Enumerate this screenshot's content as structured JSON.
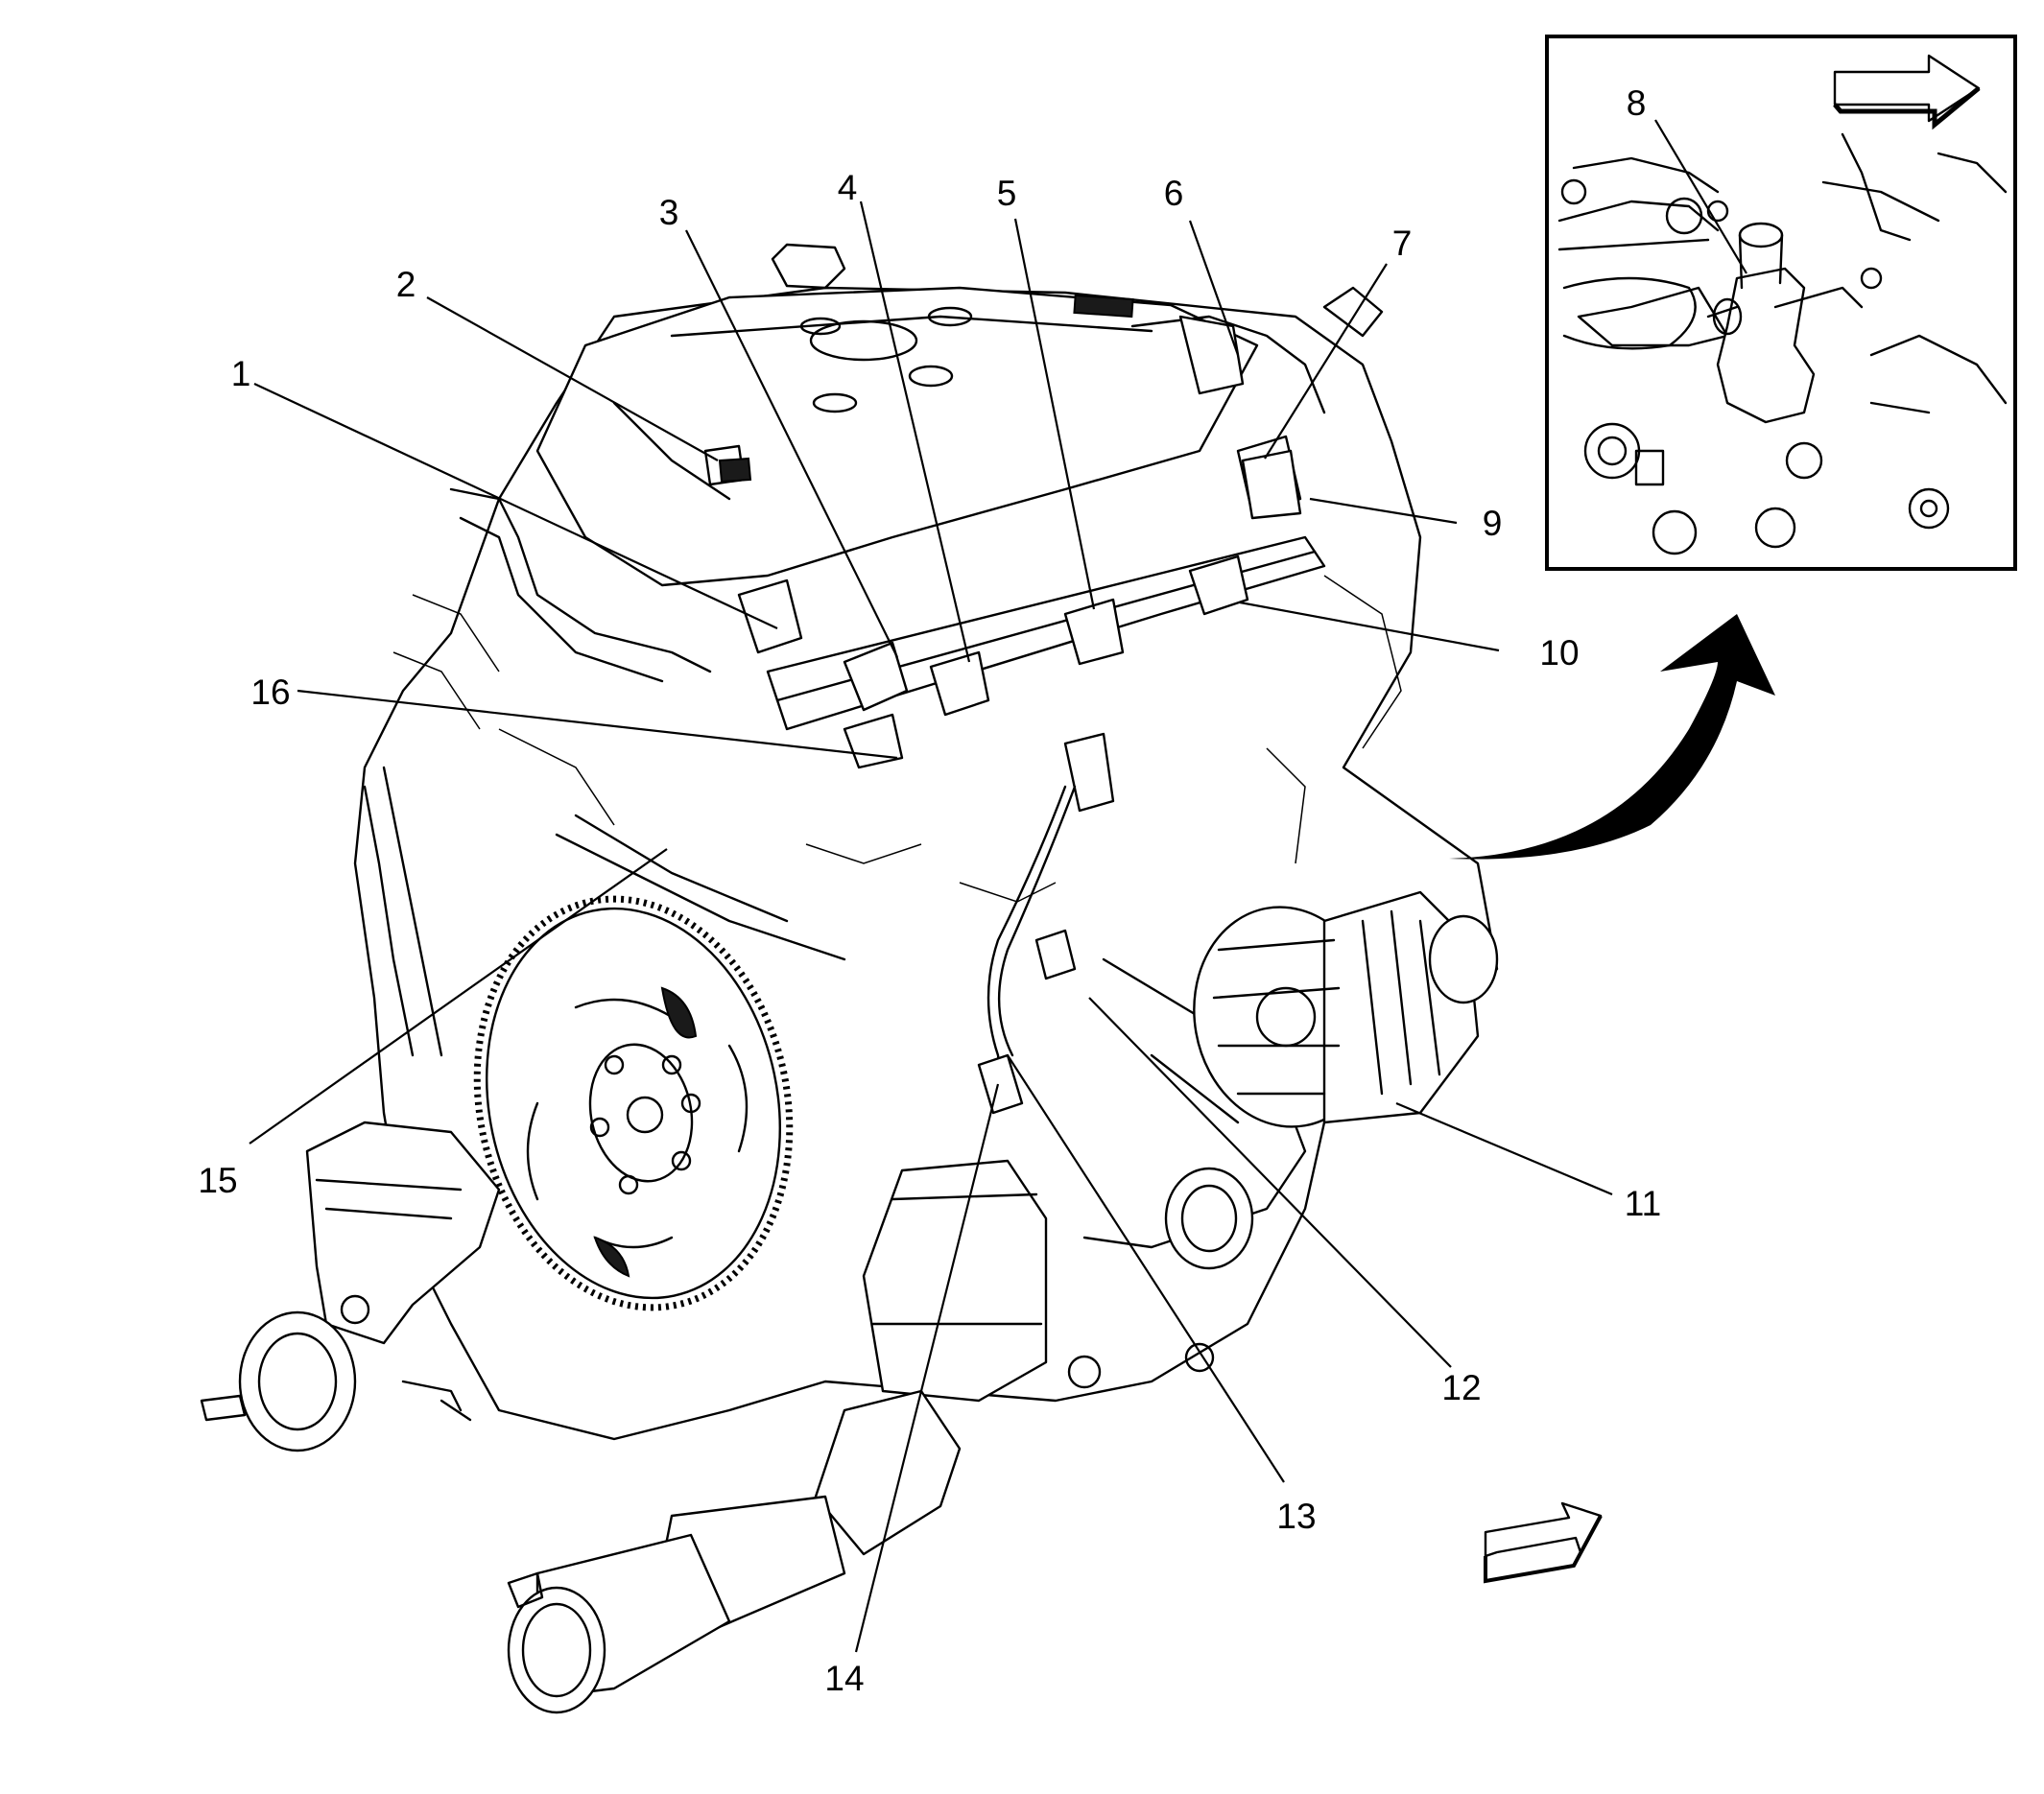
{
  "figure": {
    "callouts": [
      {
        "id": 1,
        "label": "1"
      },
      {
        "id": 2,
        "label": "2"
      },
      {
        "id": 3,
        "label": "3"
      },
      {
        "id": 4,
        "label": "4"
      },
      {
        "id": 5,
        "label": "5"
      },
      {
        "id": 6,
        "label": "6"
      },
      {
        "id": 7,
        "label": "7"
      },
      {
        "id": 8,
        "label": "8"
      },
      {
        "id": 9,
        "label": "9"
      },
      {
        "id": 10,
        "label": "10"
      },
      {
        "id": 11,
        "label": "11"
      },
      {
        "id": 12,
        "label": "12"
      },
      {
        "id": 13,
        "label": "13"
      },
      {
        "id": 14,
        "label": "14"
      },
      {
        "id": 15,
        "label": "15"
      },
      {
        "id": 16,
        "label": "16"
      }
    ],
    "colors": {
      "line": "#000000",
      "background": "#ffffff"
    },
    "icons": {
      "inset_direction": "hollow-right-arrow-icon",
      "transition": "curved-solid-arrow-icon",
      "view_direction": "hollow-diagonal-arrow-icon"
    }
  }
}
